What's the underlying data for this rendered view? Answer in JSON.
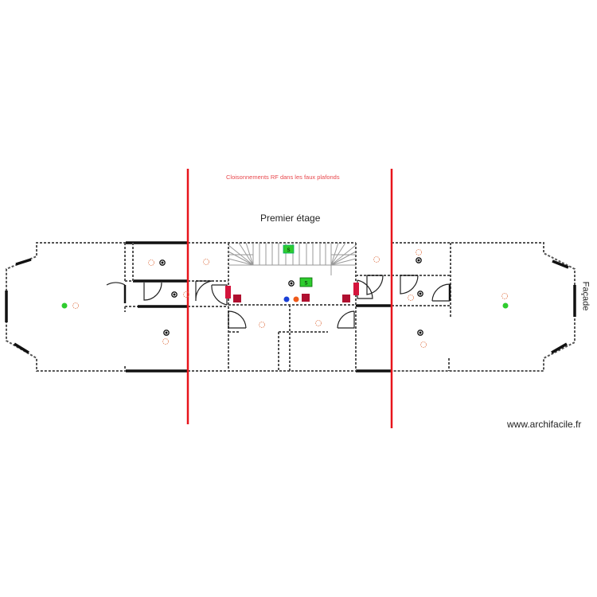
{
  "plan": {
    "annotation": "Cloisonnements RF dans les faux plafonds",
    "title": "Premier étage",
    "facade_label": "Façade",
    "watermark": "www.archifacile.fr",
    "stair_sign": "S",
    "exit_sign": "S"
  },
  "colors": {
    "firewall_line": "#e8141b",
    "annotation_text": "#e8474c",
    "exit_sign": "#2ecc2e",
    "extinguisher": "#d4143c",
    "detector": "#e07a50",
    "blue_marker": "#1a3fd6",
    "orange_marker": "#ef5a1a"
  },
  "icons": [
    "smoke-detector-icon",
    "emergency-light-icon",
    "fire-extinguisher-icon",
    "fire-alarm-button-icon",
    "exit-sign-icon",
    "blue-marker-icon",
    "orange-marker-icon"
  ]
}
